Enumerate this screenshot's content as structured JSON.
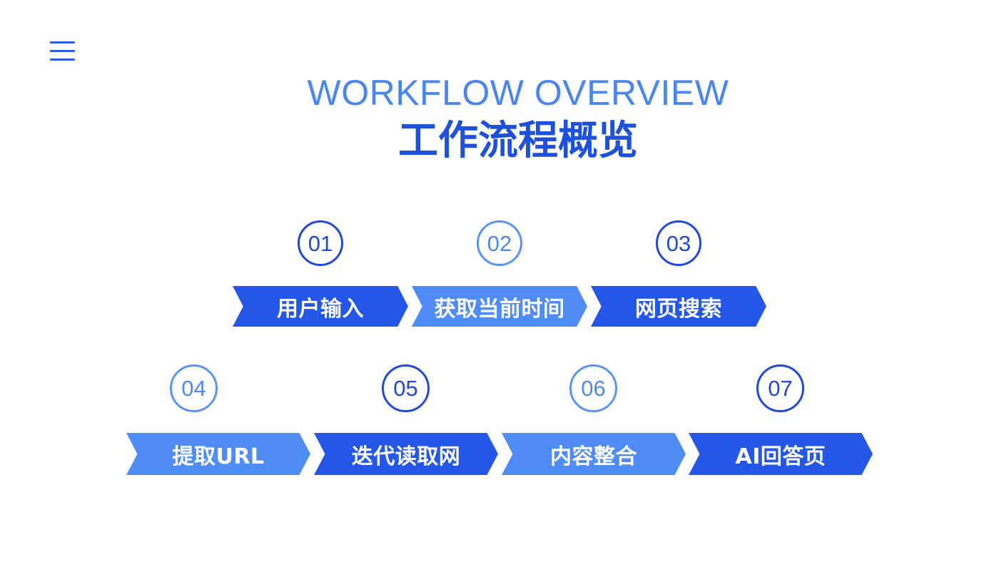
{
  "header": {
    "menu_icon": "hamburger-menu-icon",
    "title_en": "WORKFLOW OVERVIEW",
    "title_zh": "工作流程概览"
  },
  "colors": {
    "dark_blue": "#2456E8",
    "light_blue": "#4F8CF5",
    "title_en": "#4A86EE",
    "title_zh": "#1E50D9"
  },
  "steps": [
    {
      "number": "01",
      "label": "用户输入",
      "tone": "dark"
    },
    {
      "number": "02",
      "label": "获取当前时间",
      "tone": "light"
    },
    {
      "number": "03",
      "label": "网页搜索",
      "tone": "dark"
    },
    {
      "number": "04",
      "label": "提取URL",
      "tone": "light"
    },
    {
      "number": "05",
      "label": "迭代读取网",
      "tone": "dark"
    },
    {
      "number": "06",
      "label": "内容整合",
      "tone": "light"
    },
    {
      "number": "07",
      "label": "AI回答页",
      "tone": "dark"
    }
  ]
}
